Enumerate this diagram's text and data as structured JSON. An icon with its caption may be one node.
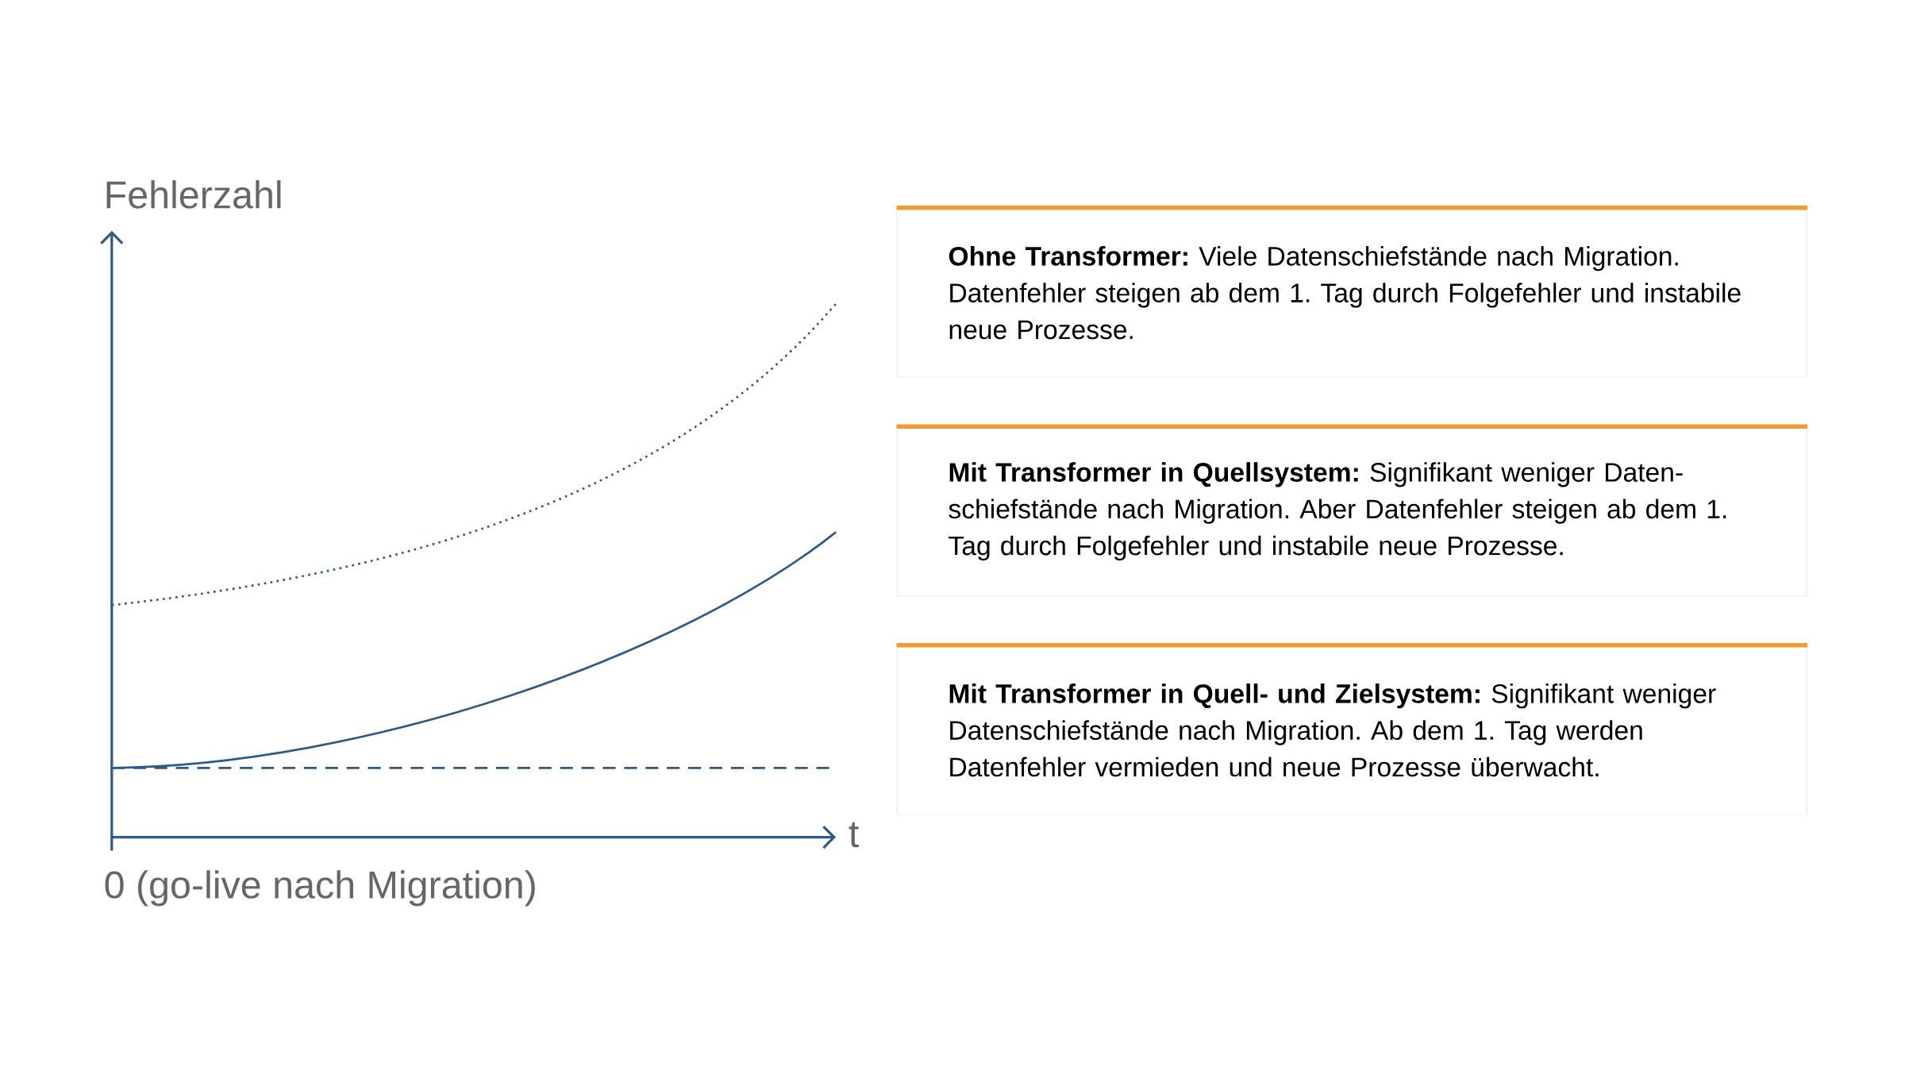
{
  "diagram": {
    "nodes": [
      {
        "text": [
          "**Ohne Transformer:** Viele Datenschiefstände nach Migration. Datenfehler steigen ab dem 1. Tag durch Folgefehler und instabile neue Prozesse."
        ]
      },
      {
        "text": [
          "**Mit Transformer in Quellsystem:** Signifikant weniger Daten-schiefstände nach Migration. Aber Datenfehler steigen ab dem 1. Tag durch Folgefehler und instabile neue Prozesse."
        ]
      },
      {
        "text": [
          "**Mit Transformer in Quell- und Zielsystem:** Signifikant weniger Datenschiefstände nach Migration. Ab dem 1. Tag werden Datenfehler vermieden und neue Prozesse überwacht."
        ]
      }
    ],
    "labels": [
      "Fehlerzahl",
      "t",
      "0 (go-live nach Migration)"
    ]
  }
}
